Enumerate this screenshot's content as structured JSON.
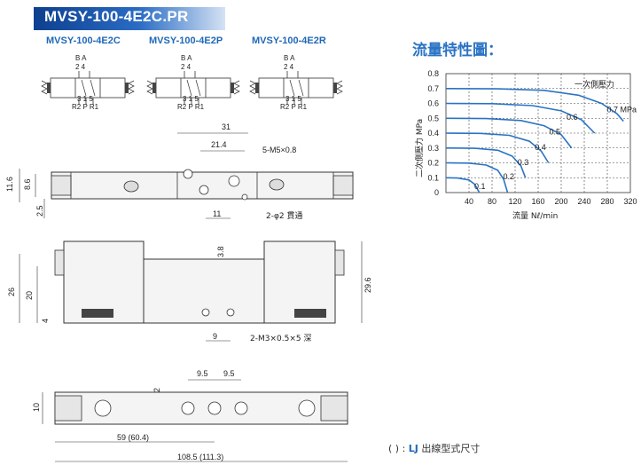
{
  "header": {
    "title": "MVSY-100-4E2C.PR"
  },
  "models": [
    {
      "name": "MVSY-100-4E2C",
      "ports_top": "B A",
      "ports_top_num": "2 4",
      "ports_bottom_num": "3 1 5",
      "ports_bottom": "R2 P R1"
    },
    {
      "name": "MVSY-100-4E2P",
      "ports_top": "B A",
      "ports_top_num": "2 4",
      "ports_bottom_num": "3 1 5",
      "ports_bottom": "R2 P R1"
    },
    {
      "name": "MVSY-100-4E2R",
      "ports_top": "B A",
      "ports_top_num": "2 4",
      "ports_bottom_num": "3 1 5",
      "ports_bottom": "R2 P R1"
    }
  ],
  "front_view": {
    "dims": {
      "width_31": "31",
      "width_21_4": "21.4",
      "port_m5": "5-M5×0.8",
      "h_11_6": "11.6",
      "h_8_6": "8.6",
      "h_2_5": "2.5",
      "w_11": "11",
      "hole": "2-φ2 貫通"
    }
  },
  "side_view": {
    "dims": {
      "h_26": "26",
      "h_20": "20",
      "h_4": "4",
      "h_3_8": "3.8",
      "h_29_6": "29.6",
      "w_9": "9",
      "tap": "2-M3×0.5×5 深"
    }
  },
  "bottom_view": {
    "dims": {
      "w_9_5a": "9.5",
      "w_9_5b": "9.5",
      "h_2": "2",
      "h_10": "10",
      "len_59": "59 (60.4)",
      "len_108": "108.5 (111.3)"
    }
  },
  "chart_data": {
    "type": "line",
    "title": "流量特性圖：",
    "xlabel": "流量  Nℓ/min",
    "ylabel": "二次側壓力  MPa",
    "legend_label": "一次側壓力",
    "xlim": [
      0,
      320
    ],
    "ylim": [
      0,
      0.8
    ],
    "x_ticks": [
      "40",
      "80",
      "120",
      "160",
      "200",
      "240",
      "280",
      "320"
    ],
    "y_ticks": [
      "0",
      "0.1",
      "0.2",
      "0.3",
      "0.4",
      "0.5",
      "0.6",
      "0.7",
      "0.8"
    ],
    "grid": true,
    "series": [
      {
        "name": "0.1",
        "x": [
          0,
          20,
          40,
          50,
          58
        ],
        "y": [
          0.1,
          0.098,
          0.085,
          0.055,
          0.0
        ]
      },
      {
        "name": "0.2",
        "x": [
          0,
          40,
          70,
          90,
          100,
          107
        ],
        "y": [
          0.2,
          0.198,
          0.185,
          0.15,
          0.09,
          0.0
        ]
      },
      {
        "name": "0.3",
        "x": [
          0,
          50,
          90,
          115,
          130,
          138
        ],
        "y": [
          0.3,
          0.298,
          0.285,
          0.245,
          0.18,
          0.1
        ]
      },
      {
        "name": "0.4",
        "x": [
          0,
          60,
          110,
          145,
          165,
          178
        ],
        "y": [
          0.4,
          0.398,
          0.385,
          0.345,
          0.28,
          0.2
        ]
      },
      {
        "name": "0.5",
        "x": [
          0,
          70,
          130,
          170,
          200,
          218
        ],
        "y": [
          0.5,
          0.498,
          0.485,
          0.45,
          0.39,
          0.3
        ]
      },
      {
        "name": "0.6",
        "x": [
          0,
          80,
          150,
          200,
          235,
          258
        ],
        "y": [
          0.6,
          0.598,
          0.585,
          0.55,
          0.49,
          0.4
        ]
      },
      {
        "name": "0.7 MPa",
        "x": [
          0,
          90,
          170,
          230,
          270,
          297,
          308
        ],
        "y": [
          0.7,
          0.698,
          0.688,
          0.655,
          0.6,
          0.53,
          0.48
        ]
      }
    ],
    "curve_labels": [
      "0.1",
      "0.2",
      "0.3",
      "0.4",
      "0.5",
      "0.6",
      "0.7 MPa"
    ]
  },
  "note": {
    "paren": "( ) : ",
    "lj": "LJ",
    "text": " 出線型式尺寸"
  }
}
